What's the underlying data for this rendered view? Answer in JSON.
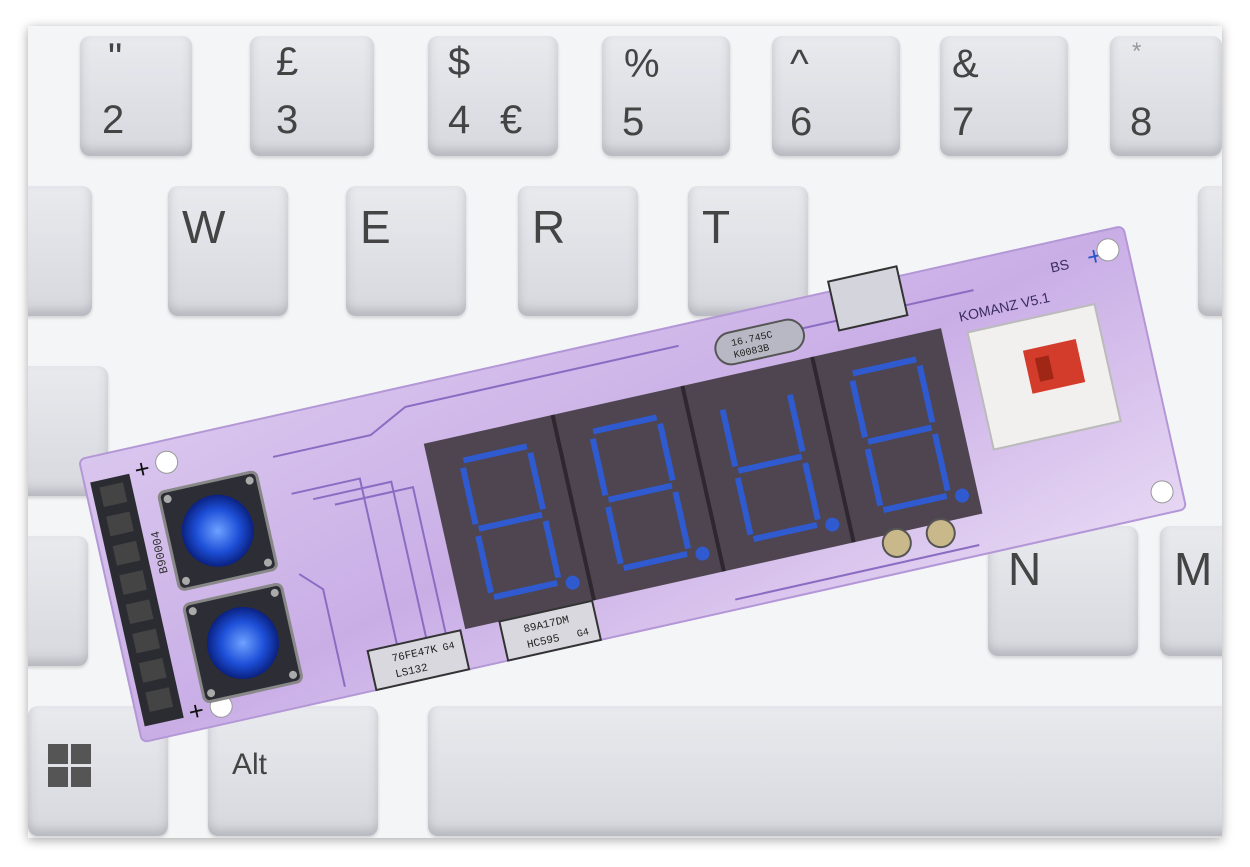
{
  "keyboard": {
    "number_row": [
      {
        "top": "\"",
        "main": "2"
      },
      {
        "top": "£",
        "main": "3"
      },
      {
        "top": "$",
        "main": "4",
        "extra": "€"
      },
      {
        "top": "%",
        "main": "5"
      },
      {
        "top": "^",
        "main": "6"
      },
      {
        "top": "&",
        "main": "7"
      },
      {
        "top": "*",
        "main": "8"
      }
    ],
    "letter_keys": [
      "W",
      "E",
      "R",
      "T"
    ],
    "bottom_keys": [
      "N",
      "M"
    ],
    "alt_label": "Alt"
  },
  "board": {
    "model": "KOMANZ V5.1",
    "bs_label": "BS",
    "crystal": [
      "16.745C",
      "K0083B"
    ],
    "chips": [
      {
        "line1": "76FE47K",
        "line2": "LS132",
        "suffix": "G4"
      },
      {
        "line1": "89A17DM",
        "line2": "HC595",
        "suffix": "G4"
      }
    ],
    "barcode_text": "B90004",
    "plus_sign": "+",
    "display_digits": 4
  }
}
